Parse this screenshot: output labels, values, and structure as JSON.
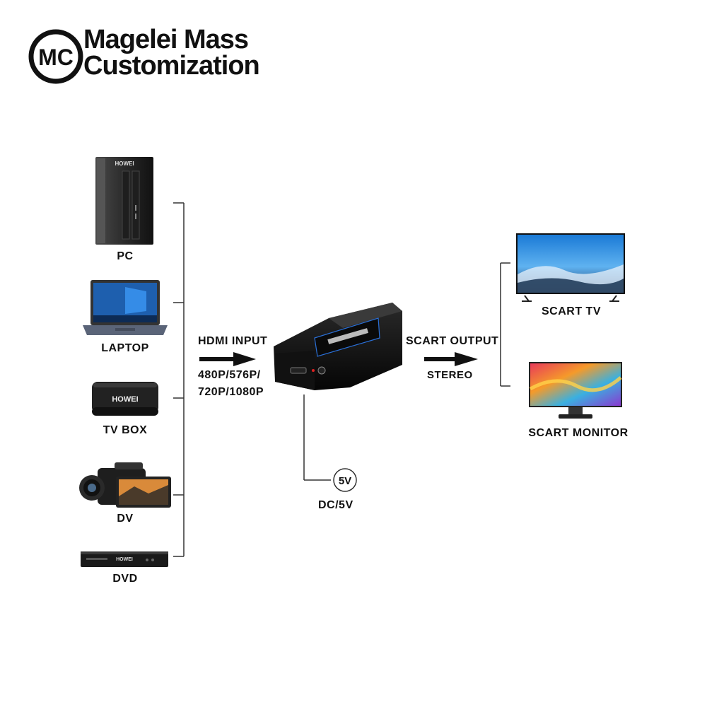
{
  "brand": {
    "logo_initials": "MC",
    "line1": "Magelei Mass",
    "line2": "Customization"
  },
  "inputs": {
    "pc": "PC",
    "laptop": "LAPTOP",
    "tv_box": "TV BOX",
    "dv": "DV",
    "dvd": "DVD",
    "device_brand": "HOWEI"
  },
  "converter": {
    "input_label": "HDMI INPUT",
    "resolutions_line1": "480P/576P/",
    "resolutions_line2": "720P/1080P",
    "output_label": "SCART OUTPUT",
    "audio_label": "STEREO",
    "power_badge": "5V",
    "power_label": "DC/5V"
  },
  "outputs": {
    "scart_tv": "SCART TV",
    "scart_monitor": "SCART MONITOR"
  },
  "colors": {
    "ink": "#111111",
    "line": "#333333",
    "device_black": "#1a1a1a",
    "screen_blue": "#2a7fd4"
  }
}
